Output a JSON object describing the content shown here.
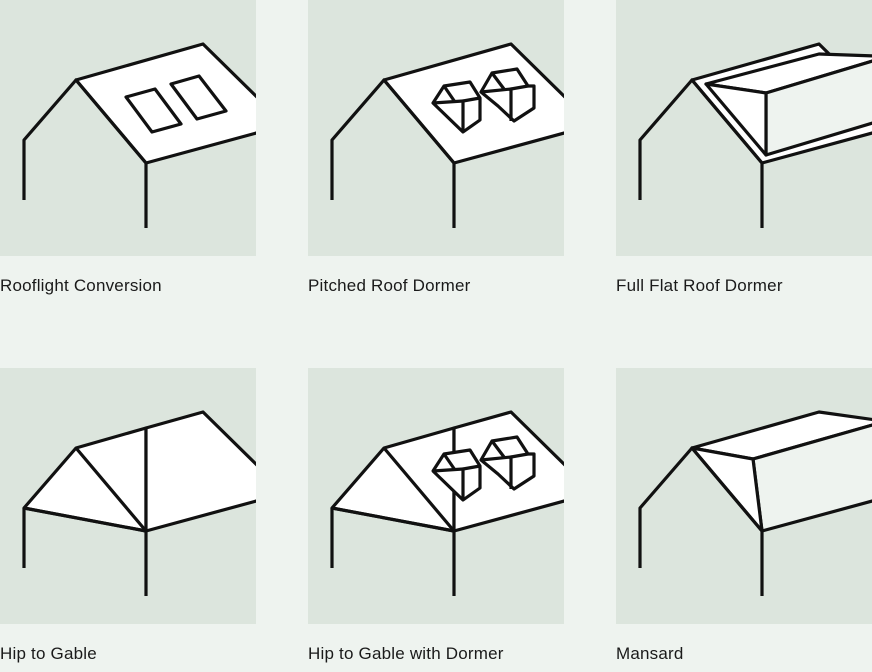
{
  "colors": {
    "page_background": "#eef3ef",
    "tile_background": "#dce5dd",
    "roof_fill": "#ffffff",
    "dormer_side_fill": "#eef3ef",
    "line": "#111111"
  },
  "conversions": [
    {
      "label": "Rooflight Conversion",
      "icon": "rooflight-icon"
    },
    {
      "label": "Pitched Roof Dormer",
      "icon": "pitched-dormer-icon"
    },
    {
      "label": "Full Flat Roof Dormer",
      "icon": "flat-dormer-icon"
    },
    {
      "label": "Hip to Gable",
      "icon": "hip-to-gable-icon"
    },
    {
      "label": "Hip to Gable with Dormer",
      "icon": "hip-to-gable-dormer-icon"
    },
    {
      "label": "Mansard",
      "icon": "mansard-icon"
    }
  ]
}
